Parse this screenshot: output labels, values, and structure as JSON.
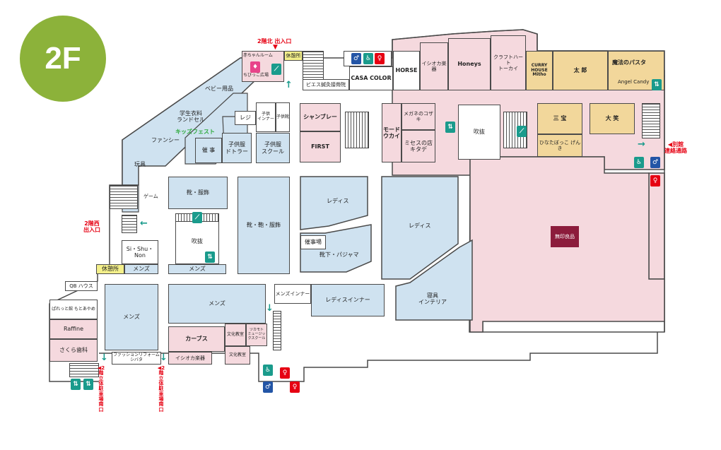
{
  "floor_label": "2F",
  "exits": {
    "north": "2階北 出入口",
    "west": "2階西\n出入口",
    "annex": "◀別館\n連絡通路",
    "south1": "◀2階立体駐車場南口",
    "south2": "◀2階立体駐車場南口"
  },
  "zones": {
    "kids_fest": "キッズフェスト"
  },
  "shops": {
    "baby_room": "赤ちゃんルーム",
    "kyukeijo_n": "休憩所",
    "chibikko": "ちびっこ広場",
    "baby_goods": "ベビー用品",
    "gakusei": "学生衣料\nランドセル",
    "fancy": "ファンシー",
    "omocha": "玩具",
    "game": "ゲーム",
    "reji": "レジ",
    "kodomo_inner": "子供\nインナー",
    "kodomo_kutsu": "子供靴",
    "saiji_kids": "催 事",
    "kodomo_dora": "子供服\nドトラー",
    "kodomo_school": "子供服\nスクール",
    "casa_color": "CASA COLOR",
    "horse": "HORSE",
    "biesu": "ビエス鍼灸接骨院",
    "ishioka_n": "イシオカ楽器",
    "honeys": "Honeys",
    "crafthart": "クラフトハート\nトーカイ",
    "curry": "CURRY HOUSE\nMitho",
    "taro": "太 郎",
    "mahou": "魔法のパスタ",
    "angel": "Angel Candy",
    "champre": "シャンブレー",
    "first": "FIRST",
    "mode": "モード\nウカイ",
    "megane": "メガネのコザキ",
    "misesu": "ミセスの店\nキタデ",
    "fukinuke_e": "吹抜",
    "sanpo": "三 宝",
    "daisho": "大 笑",
    "hinata": "ひなたぼっこ げんき",
    "kutsu_kaban1": "靴・服飾",
    "kutsu_kaban2": "靴・鞄・服飾",
    "fukinuke_w": "吹抜",
    "mens_small": "メンズ",
    "ladies1": "レディス",
    "ladies2": "レディス",
    "saiji2": "催事場",
    "kutsushita": "靴下・パジャマ",
    "muji": "無印良品",
    "sishunon": "Si・Shu・Non",
    "kyukeijo_w": "休憩所",
    "mens_w": "メンズ",
    "qb": "QB ハウス",
    "pinatto": "ぱれっと館 もとあやめ",
    "raffine": "Raffine",
    "sakura": "さくら歯科",
    "mens_big": "メンズ",
    "fashion_reform": "ファッションリフォーム\nシバタ",
    "mens_center": "メンズ",
    "carves": "カーブス",
    "bunka1": "文化教室",
    "tsukamoto": "ツカモト\nミュージックスクール",
    "bunka2": "文化教室",
    "ishioka_s": "イシオカ楽器",
    "mens_inner": "メンズインナー",
    "ladies_inner": "レディスインナー",
    "shingu": "寝具\nインテリア"
  },
  "colors": {
    "badge": "#8cb23a",
    "shop_blue": "#cfe2f0",
    "shop_pink": "#f5d9de",
    "shop_tan": "#f2d79b",
    "muji": "#8c1c3c",
    "rest_yellow": "#f4f08a",
    "exit_red": "#e60012",
    "zone_green": "#2eaa3c",
    "icon_teal": "#1a9b8c"
  },
  "icons": [
    "elevator-icon",
    "escalator-icon",
    "restroom-male-icon",
    "restroom-female-icon",
    "accessible-restroom-icon",
    "locker-icon",
    "arrow-icon"
  ]
}
